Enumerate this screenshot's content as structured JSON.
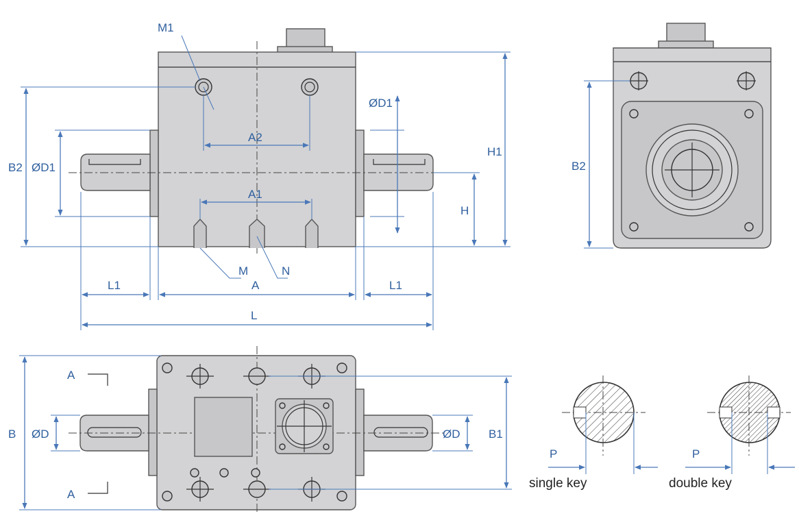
{
  "front_view": {
    "label_m1": "M1",
    "label_d1_right": "ØD1",
    "label_a2": "A2",
    "label_h1": "H1",
    "label_b2": "B2",
    "label_d1_left": "ØD1",
    "label_a1": "A1",
    "label_h": "H",
    "label_m": "M",
    "label_n": "N",
    "label_l1_left": "L1",
    "label_a": "A",
    "label_l1_right": "L1",
    "label_l": "L"
  },
  "side_view": {
    "label_b2": "B2"
  },
  "top_view": {
    "label_section_top": "A",
    "label_b": "B",
    "label_d_left": "ØD",
    "label_d_right": "ØD",
    "label_b1": "B1",
    "label_section_bottom": "A"
  },
  "key_sections": {
    "single": {
      "label_p": "P",
      "caption": "single key"
    },
    "double": {
      "label_p": "P",
      "caption": "double key"
    }
  }
}
